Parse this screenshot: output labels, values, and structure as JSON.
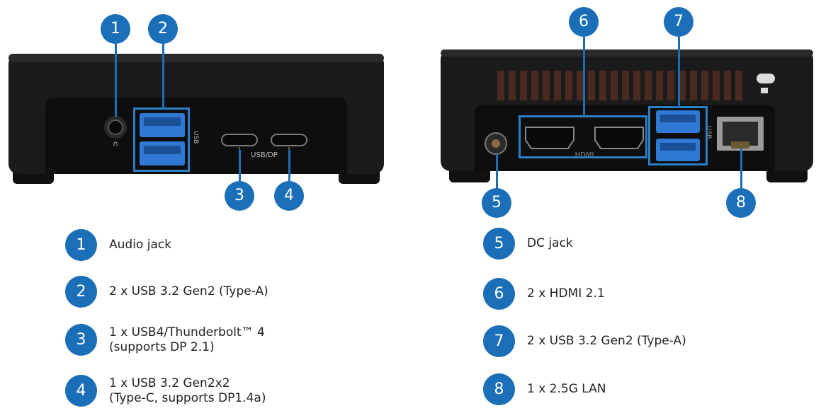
{
  "callouts": {
    "front": [
      "1",
      "2",
      "3",
      "4"
    ],
    "rear": [
      "5",
      "6",
      "7",
      "8"
    ]
  },
  "port_labels": {
    "front_usb": "USB",
    "front_usbdp": "USB/DP",
    "rear_hdmi": "HDMI",
    "rear_usb": "USB"
  },
  "legend": [
    {
      "num": "1",
      "lines": [
        "Audio jack"
      ]
    },
    {
      "num": "2",
      "lines": [
        "2 x USB 3.2 Gen2 (Type-A)"
      ]
    },
    {
      "num": "3",
      "lines": [
        "1 x USB4/Thunderbolt™ 4",
        "(supports DP 2.1)"
      ]
    },
    {
      "num": "4",
      "lines": [
        "1 x USB 3.2 Gen2x2",
        "(Type-C, supports DP1.4a)"
      ]
    },
    {
      "num": "5",
      "lines": [
        "DC jack"
      ]
    },
    {
      "num": "6",
      "lines": [
        "2 x HDMI 2.1"
      ]
    },
    {
      "num": "7",
      "lines": [
        "2 x USB 3.2 Gen2 (Type-A)"
      ]
    },
    {
      "num": "8",
      "lines": [
        "1 x 2.5G  LAN"
      ]
    }
  ],
  "colors": {
    "accent": "#1a6fb8",
    "usb_blue": "#2f78d4",
    "case": "#1b1b1b"
  }
}
